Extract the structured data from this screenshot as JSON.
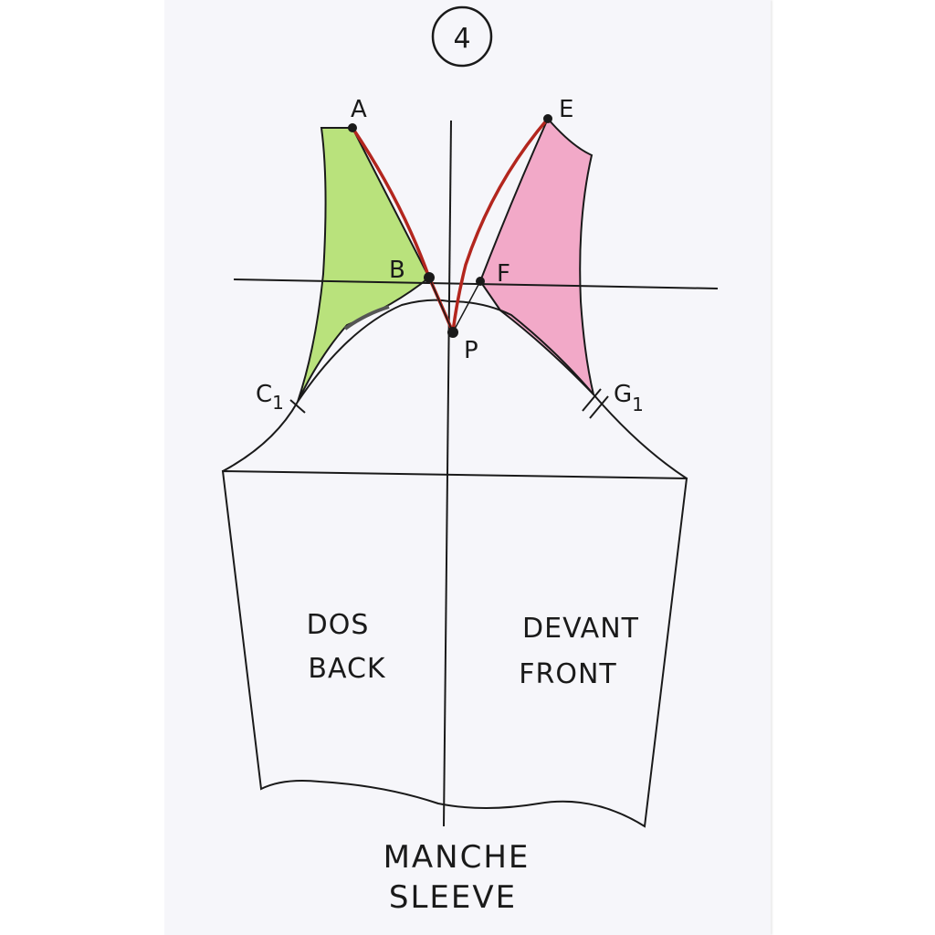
{
  "step": {
    "number": "4"
  },
  "points": {
    "a": "A",
    "b": "B",
    "e": "E",
    "f": "F",
    "p": "P",
    "c1_main": "C",
    "c1_sub": "1",
    "g1_main": "G",
    "g1_sub": "1"
  },
  "panels": {
    "back_fr": "DOS",
    "back_en": "BACK",
    "front_fr": "DEVANT",
    "front_en": "FRONT"
  },
  "title": {
    "fr": "MANCHE",
    "en": "SLEEVE"
  },
  "colors": {
    "back_fill": "#b9e27c",
    "front_fill": "#f2a9c8",
    "red_line": "#b3261e",
    "ink": "#1a1a1a",
    "paper": "#f6f6fa"
  }
}
